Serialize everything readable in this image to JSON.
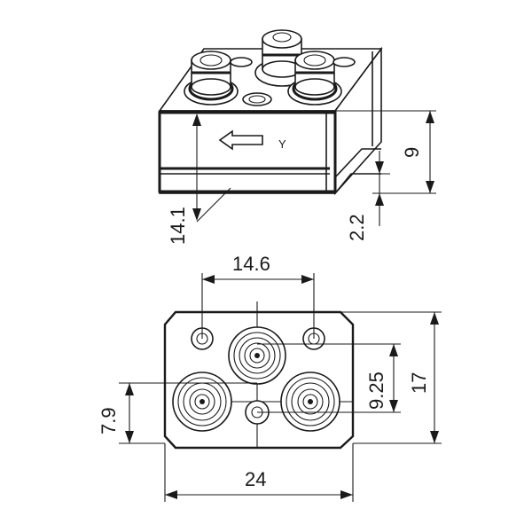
{
  "drawing": {
    "view_top": {
      "direction_label": "Y",
      "dims": {
        "height_9": "9",
        "offset_2_2": "2.2",
        "depth_14_1": "14.1"
      }
    },
    "view_bottom": {
      "dims": {
        "spacing_14_6": "14.6",
        "width_24": "24",
        "height_17": "17",
        "spacing_9_25": "9.25",
        "offset_7_9": "7.9"
      }
    }
  }
}
